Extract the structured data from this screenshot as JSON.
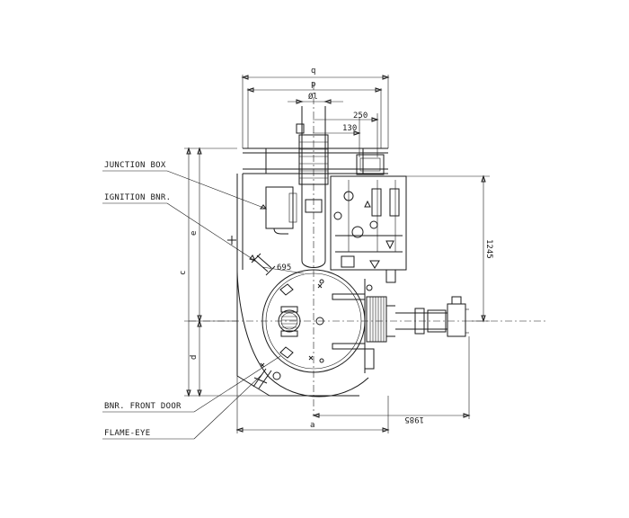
{
  "labels": {
    "junction_box": "JUNCTION BOX",
    "ignition_bnr": "IGNITION BNR.",
    "bnr_front_door": "BNR. FRONT DOOR",
    "flame_eye": "FLAME-EYE"
  },
  "dimensions": {
    "q": "q",
    "p": "p",
    "phi_l": "Øl",
    "d250": "250",
    "d130": "130",
    "d695": "695",
    "e": "e",
    "c": "c",
    "d": "d",
    "a": "a",
    "d1245": "1245",
    "d1985": "1985"
  }
}
